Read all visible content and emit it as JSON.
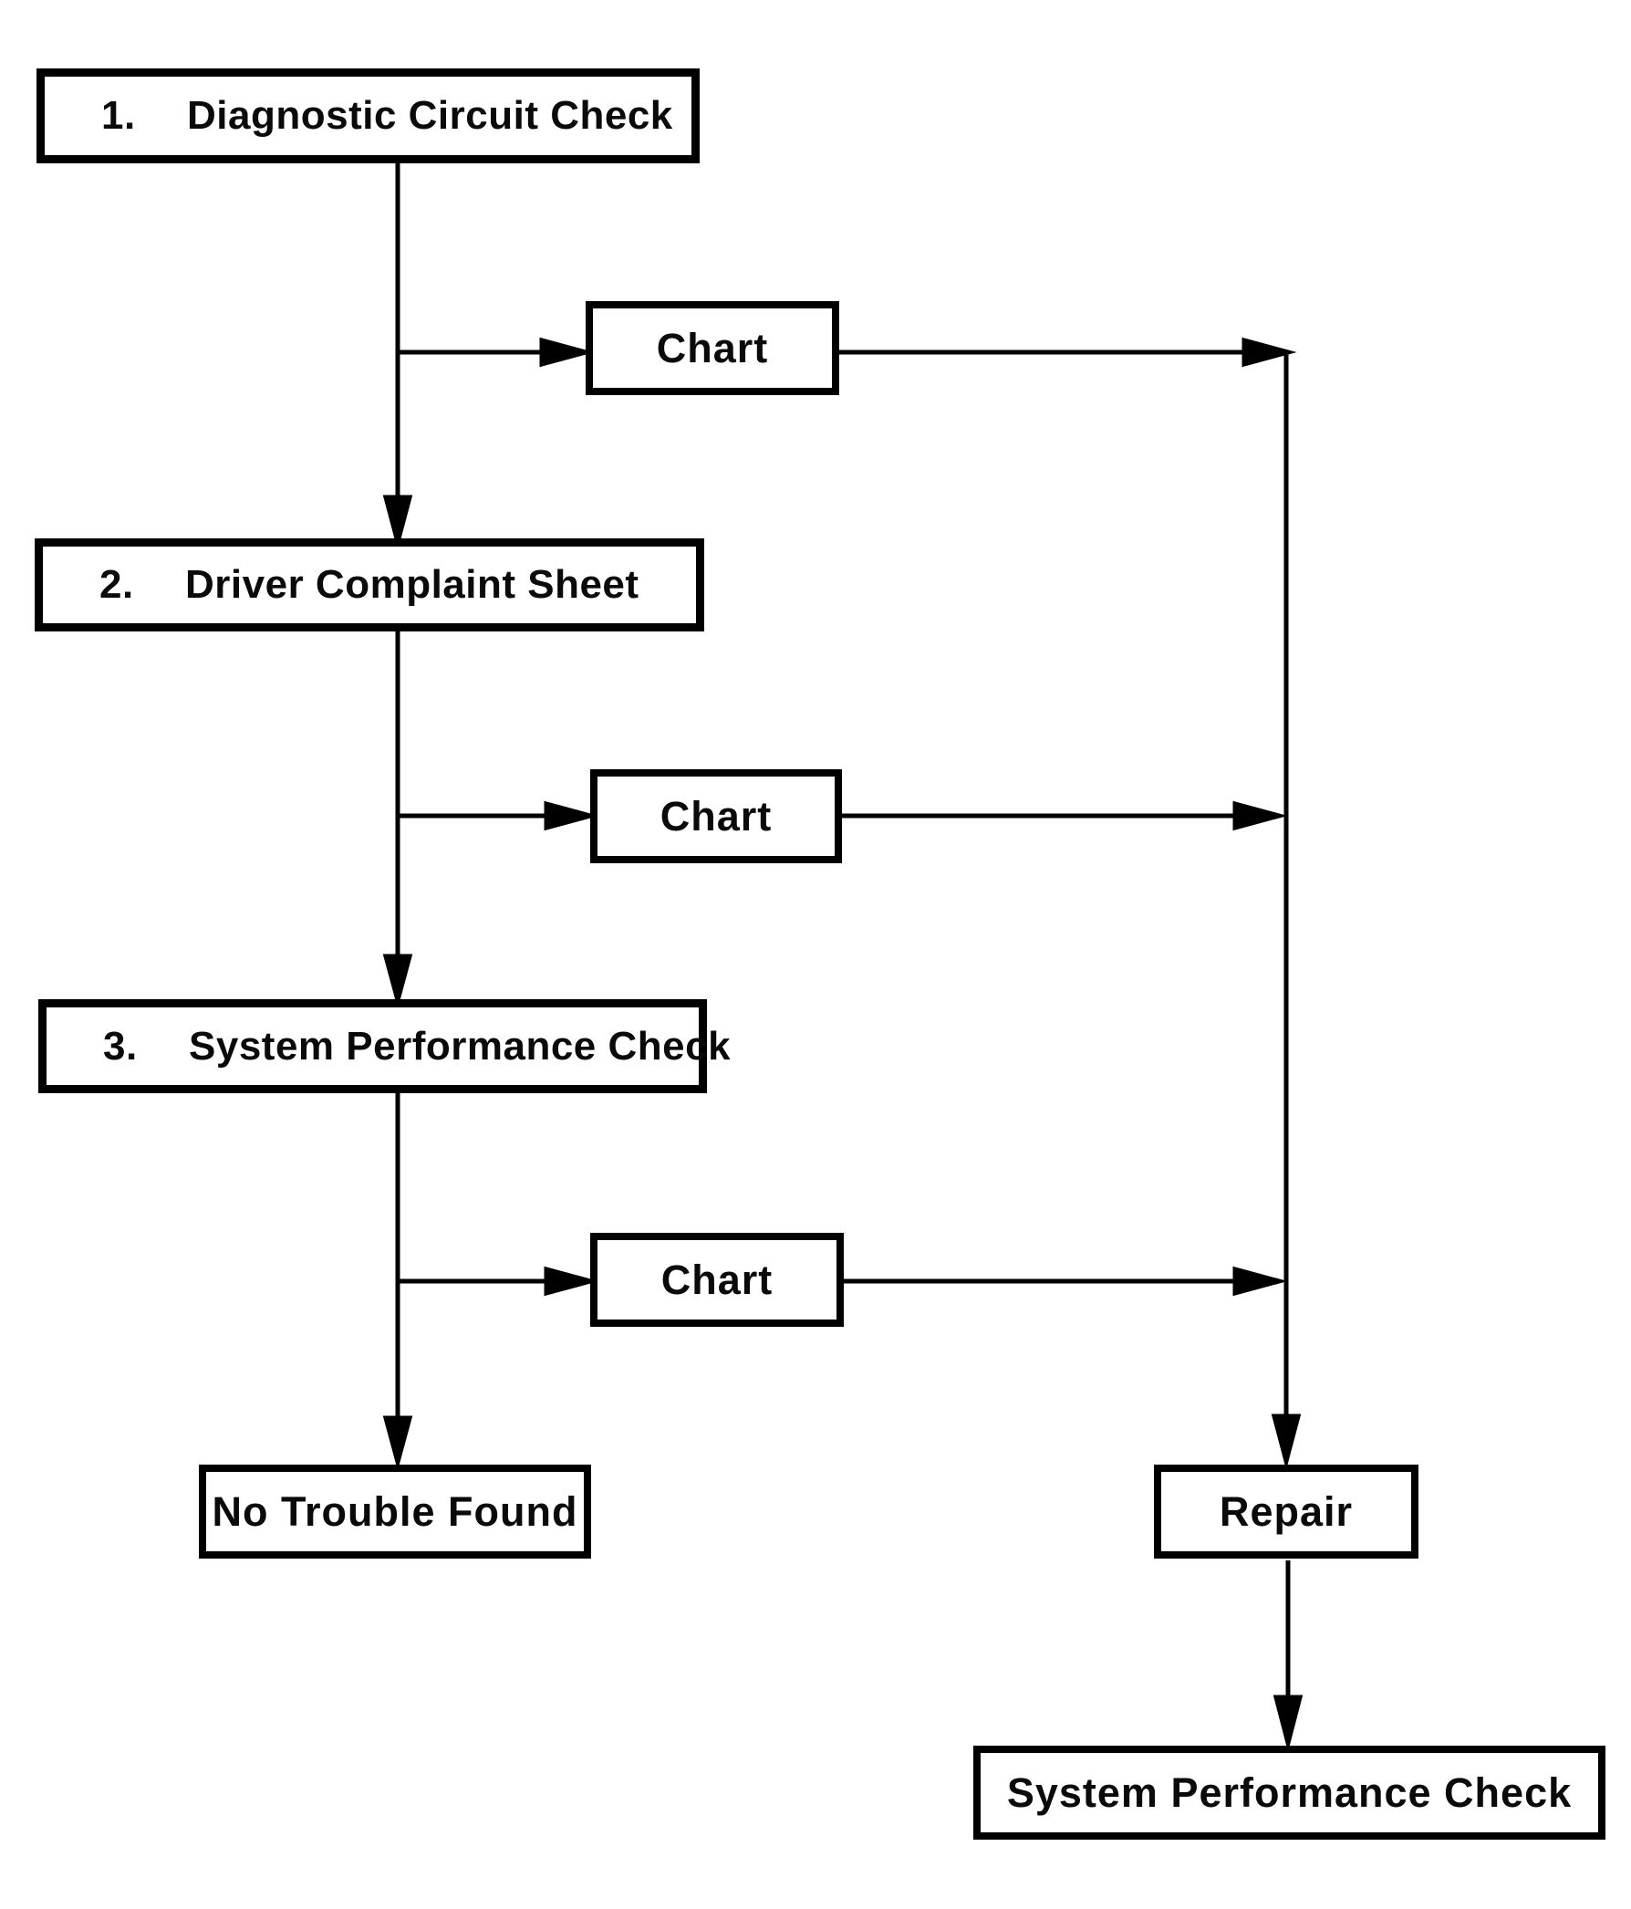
{
  "diagram": {
    "type": "flowchart",
    "colors": {
      "ink": "#000000",
      "paper": "#ffffff"
    },
    "nodes": {
      "step1": {
        "number": "1.",
        "label": "Diagnostic Circuit Check"
      },
      "step2": {
        "number": "2.",
        "label": "Driver Complaint Sheet"
      },
      "step3": {
        "number": "3.",
        "label": "System Performance Check"
      },
      "chart1": {
        "label": "Chart"
      },
      "chart2": {
        "label": "Chart"
      },
      "chart3": {
        "label": "Chart"
      },
      "no_trouble": {
        "label": "No Trouble Found"
      },
      "repair": {
        "label": "Repair"
      },
      "final_check": {
        "label": "System Performance Check"
      }
    },
    "edges": [
      {
        "from": "step1",
        "to": "chart1",
        "style": "arrow"
      },
      {
        "from": "step1",
        "to": "step2",
        "style": "arrow"
      },
      {
        "from": "step2",
        "to": "chart2",
        "style": "arrow"
      },
      {
        "from": "step2",
        "to": "step3",
        "style": "arrow"
      },
      {
        "from": "step3",
        "to": "chart3",
        "style": "arrow"
      },
      {
        "from": "step3",
        "to": "no_trouble",
        "style": "arrow"
      },
      {
        "from": "chart1",
        "to": "repair",
        "style": "arrow"
      },
      {
        "from": "chart2",
        "to": "repair",
        "style": "arrow"
      },
      {
        "from": "chart3",
        "to": "repair",
        "style": "arrow"
      },
      {
        "from": "repair",
        "to": "final_check",
        "style": "arrow"
      }
    ]
  }
}
